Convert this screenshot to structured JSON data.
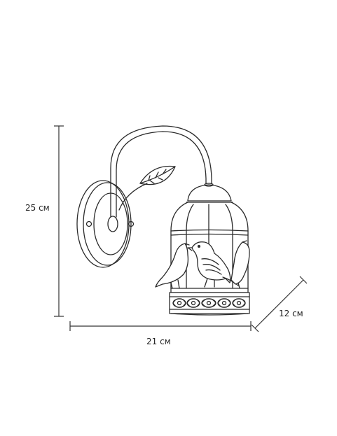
{
  "dimensions": {
    "height_label": "25 см",
    "width_label": "21 см",
    "depth_label": "12 см"
  },
  "colors": {
    "line": "#2b2b2b",
    "dimension_line": "#333333",
    "background": "#ffffff"
  }
}
